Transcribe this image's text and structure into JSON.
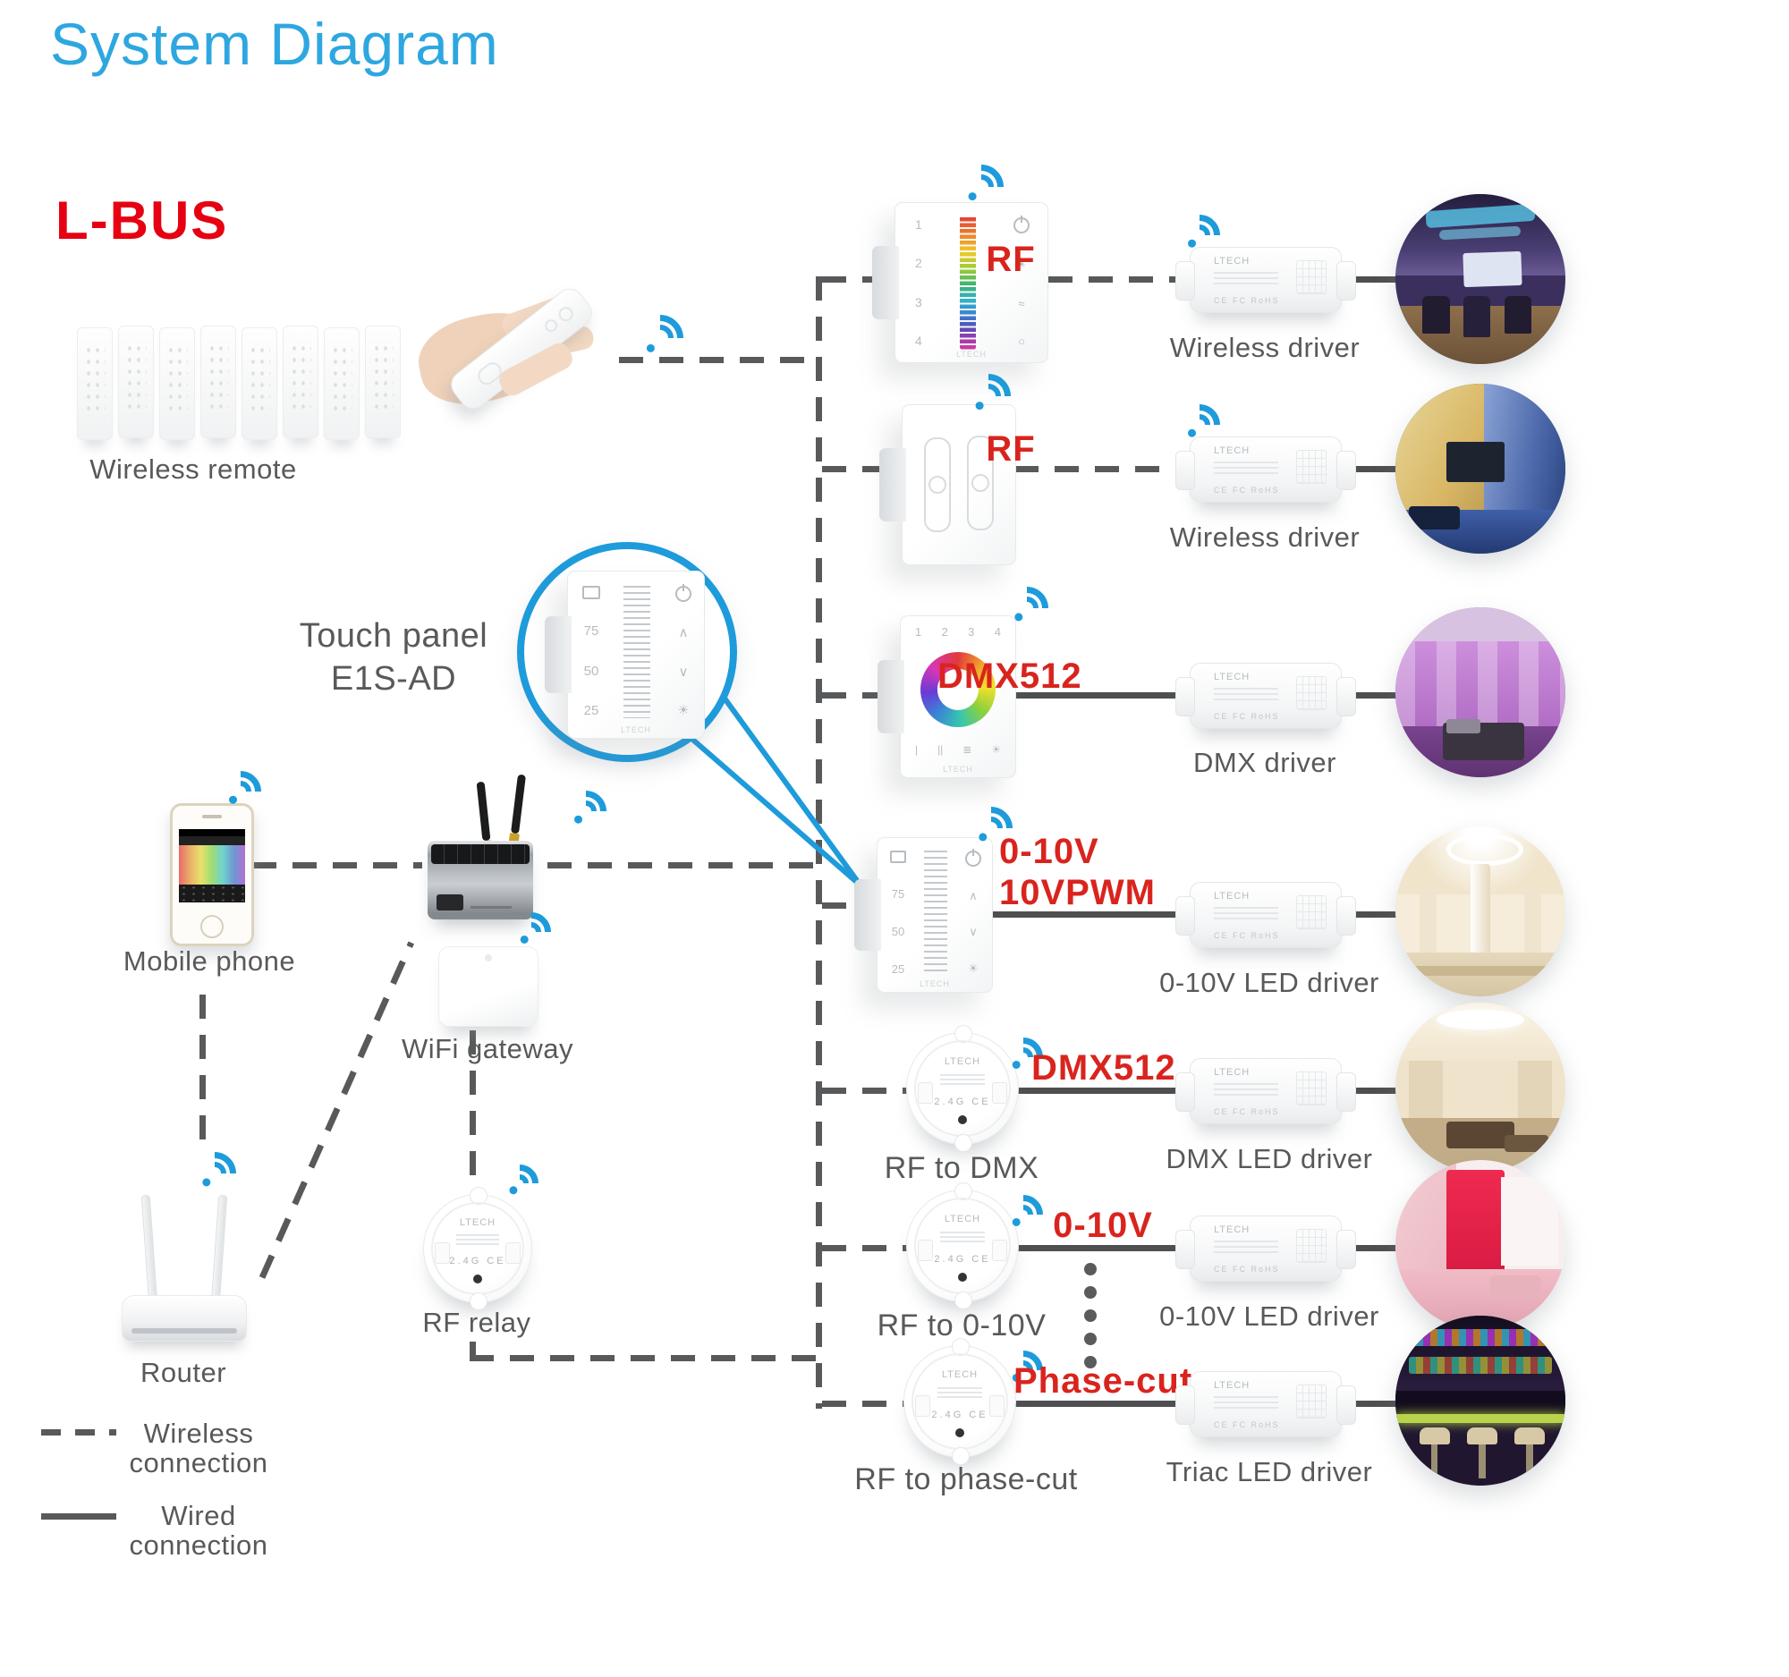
{
  "title": "System Diagram",
  "logo": "L-BUS",
  "left_column": {
    "wireless_remote": "Wireless remote",
    "mobile_phone": "Mobile phone",
    "wifi_gateway": "WiFi gateway",
    "router": "Router",
    "rf_relay": "RF relay",
    "callout": {
      "line1": "Touch panel",
      "line2": "E1S-AD"
    }
  },
  "legend": {
    "wireless": {
      "line1": "Wireless",
      "line2": "connection"
    },
    "wired": {
      "line1": "Wired",
      "line2": "connection"
    }
  },
  "rows": [
    {
      "protocol": "RF",
      "driver": "Wireless driver"
    },
    {
      "protocol": "RF",
      "driver": "Wireless driver"
    },
    {
      "protocol": "DMX512",
      "driver": "DMX driver"
    },
    {
      "protocol": "0-10V",
      "protocol2": "10VPWM",
      "driver": "0-10V LED driver"
    },
    {
      "protocol": "DMX512",
      "driver": "DMX LED driver",
      "converter": "RF to DMX"
    },
    {
      "protocol": "0-10V",
      "driver": "0-10V LED driver",
      "converter": "RF to 0-10V"
    },
    {
      "protocol": "Phase-cut",
      "driver": "Triac LED driver",
      "converter": "RF to phase-cut"
    }
  ],
  "device_marks": {
    "brand": "LTECH",
    "freq": "2.4G  CE",
    "cert": "CE  FC  RoHS"
  },
  "panel_zones": [
    "1",
    "2",
    "3",
    "4"
  ],
  "e1s_scale": [
    "75",
    "50",
    "25"
  ],
  "colors": {
    "accent_blue": "#2EA7E0",
    "wifi_blue": "#1E9BDB",
    "label_red": "#D9241E",
    "logo_red": "#E60012",
    "text_gray": "#58595B"
  }
}
